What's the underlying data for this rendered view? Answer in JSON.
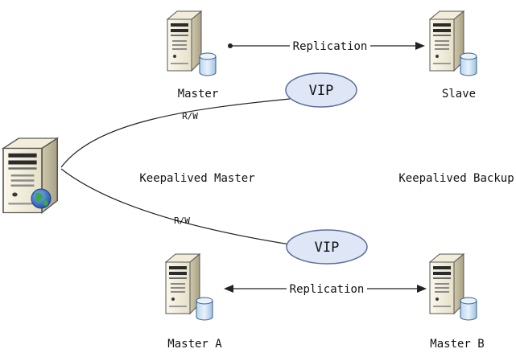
{
  "top_pair": {
    "master_label": "Master",
    "slave_label": "Slave",
    "link_label": "Replication"
  },
  "bottom_pair": {
    "master_a_label": "Master A",
    "master_b_label": "Master B",
    "link_label": "Replication"
  },
  "vip_label_top": "VIP",
  "vip_label_bottom": "VIP",
  "rw_label_top": "R/W",
  "rw_label_bottom": "R/W",
  "keepalived_master_label": "Keepalived Master",
  "keepalived_backup_label": "Keepalived Backup",
  "icons": {
    "server": "server-with-database-icon",
    "client": "server-with-globe-icon"
  },
  "colors": {
    "vip_fill": "#dfe6f5",
    "vip_stroke": "#5a6f9e",
    "db_fill": "#cfe3f5",
    "globe_fill": "#2e6bd1",
    "globe_land": "#3aa84a",
    "line": "#222222"
  }
}
